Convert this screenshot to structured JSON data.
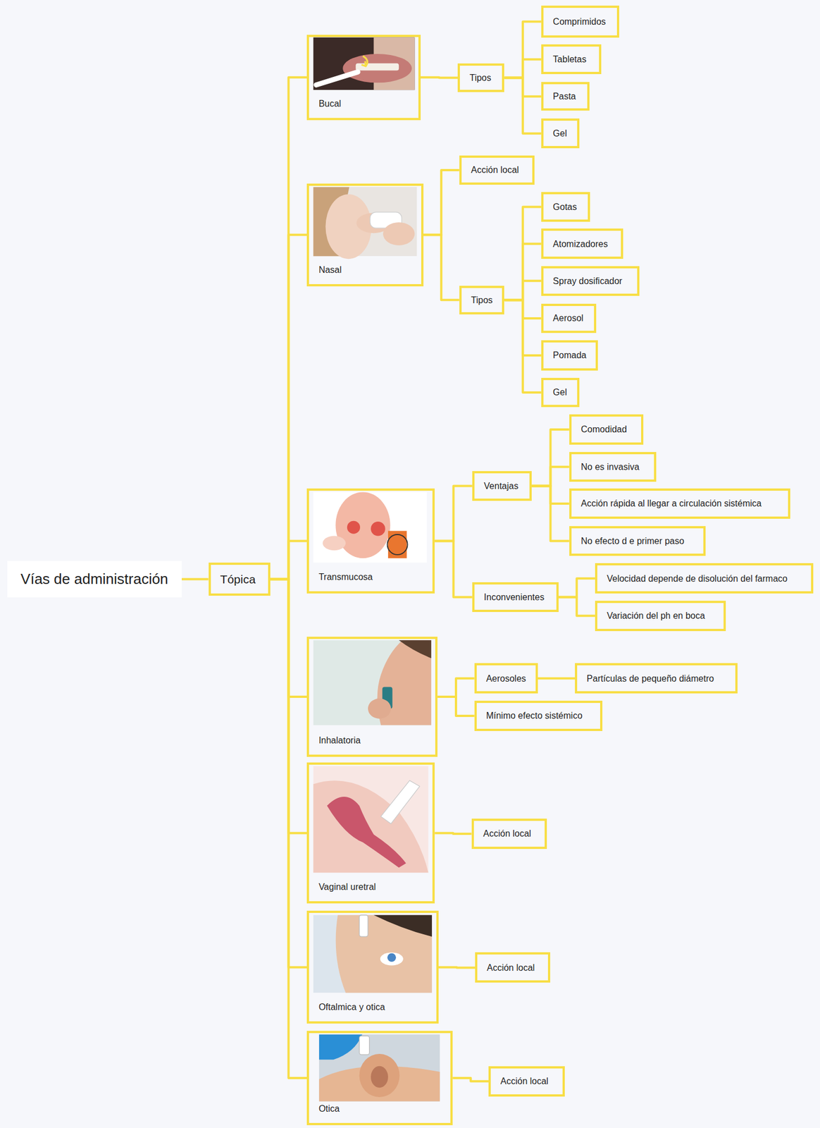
{
  "diagram": {
    "nodes": [
      {
        "text": [
          "Vías de administración"
        ]
      },
      {
        "text": [
          "Tópica"
        ]
      },
      {
        "text": [
          "Bucal"
        ]
      },
      {
        "text": [
          "Tipos"
        ]
      },
      {
        "text": [
          "Comprimidos"
        ]
      },
      {
        "text": [
          "Tabletas"
        ]
      },
      {
        "text": [
          "Pasta"
        ]
      },
      {
        "text": [
          "Gel"
        ]
      },
      {
        "text": [
          "Nasal"
        ]
      },
      {
        "text": [
          "Acción local"
        ]
      },
      {
        "text": [
          "Tipos"
        ]
      },
      {
        "text": [
          "Gotas"
        ]
      },
      {
        "text": [
          "Atomizadores"
        ]
      },
      {
        "text": [
          "Spray dosificador"
        ]
      },
      {
        "text": [
          "Aerosol"
        ]
      },
      {
        "text": [
          "Pomada"
        ]
      },
      {
        "text": [
          "Gel"
        ]
      },
      {
        "text": [
          "Transmucosa"
        ]
      },
      {
        "text": [
          "Ventajas"
        ]
      },
      {
        "text": [
          "Comodidad"
        ]
      },
      {
        "text": [
          "No es invasiva"
        ]
      },
      {
        "text": [
          "Acción rápida al llegar a circulación sistémica"
        ]
      },
      {
        "text": [
          "No efecto d e primer paso"
        ]
      },
      {
        "text": [
          "Inconvenientes"
        ]
      },
      {
        "text": [
          "Velocidad depende de disolución del farmaco"
        ]
      },
      {
        "text": [
          "Variación del ph en boca"
        ]
      },
      {
        "text": [
          "Inhalatoria"
        ]
      },
      {
        "text": [
          "Aerosoles"
        ]
      },
      {
        "text": [
          "Partículas de pequeño diámetro"
        ]
      },
      {
        "text": [
          "Mínimo efecto sistémico"
        ]
      },
      {
        "text": [
          "Vaginal uretral"
        ]
      },
      {
        "text": [
          "Acción local"
        ]
      },
      {
        "text": [
          "Oftalmica y otica"
        ]
      },
      {
        "text": [
          "Acción local"
        ]
      },
      {
        "text": [
          "Otica"
        ]
      },
      {
        "text": [
          "Acción local"
        ]
      }
    ],
    "edges": [
      {
        "from": 0,
        "to": 1,
        "arrow": "none"
      },
      {
        "from": 1,
        "to": 2,
        "arrow": "none"
      },
      {
        "from": 2,
        "to": 3,
        "arrow": "none"
      },
      {
        "from": 3,
        "to": 4,
        "arrow": "none"
      },
      {
        "from": 3,
        "to": 5,
        "arrow": "none"
      },
      {
        "from": 3,
        "to": 6,
        "arrow": "none"
      },
      {
        "from": 3,
        "to": 7,
        "arrow": "none"
      },
      {
        "from": 1,
        "to": 8,
        "arrow": "none"
      },
      {
        "from": 8,
        "to": 9,
        "arrow": "none"
      },
      {
        "from": 8,
        "to": 10,
        "arrow": "none"
      },
      {
        "from": 10,
        "to": 11,
        "arrow": "none"
      },
      {
        "from": 10,
        "to": 12,
        "arrow": "none"
      },
      {
        "from": 10,
        "to": 13,
        "arrow": "none"
      },
      {
        "from": 10,
        "to": 14,
        "arrow": "none"
      },
      {
        "from": 10,
        "to": 15,
        "arrow": "none"
      },
      {
        "from": 10,
        "to": 16,
        "arrow": "none"
      },
      {
        "from": 1,
        "to": 17,
        "arrow": "none"
      },
      {
        "from": 17,
        "to": 18,
        "arrow": "none"
      },
      {
        "from": 18,
        "to": 19,
        "arrow": "none"
      },
      {
        "from": 18,
        "to": 20,
        "arrow": "none"
      },
      {
        "from": 18,
        "to": 21,
        "arrow": "none"
      },
      {
        "from": 18,
        "to": 22,
        "arrow": "none"
      },
      {
        "from": 17,
        "to": 23,
        "arrow": "none"
      },
      {
        "from": 23,
        "to": 24,
        "arrow": "none"
      },
      {
        "from": 23,
        "to": 25,
        "arrow": "none"
      },
      {
        "from": 1,
        "to": 26,
        "arrow": "none"
      },
      {
        "from": 26,
        "to": 27,
        "arrow": "none"
      },
      {
        "from": 27,
        "to": 28,
        "arrow": "none"
      },
      {
        "from": 26,
        "to": 29,
        "arrow": "none"
      },
      {
        "from": 1,
        "to": 30,
        "arrow": "none"
      },
      {
        "from": 30,
        "to": 31,
        "arrow": "none"
      },
      {
        "from": 1,
        "to": 32,
        "arrow": "none"
      },
      {
        "from": 32,
        "to": 33,
        "arrow": "none"
      },
      {
        "from": 1,
        "to": 34,
        "arrow": "none"
      },
      {
        "from": 34,
        "to": 35,
        "arrow": "none"
      }
    ]
  }
}
